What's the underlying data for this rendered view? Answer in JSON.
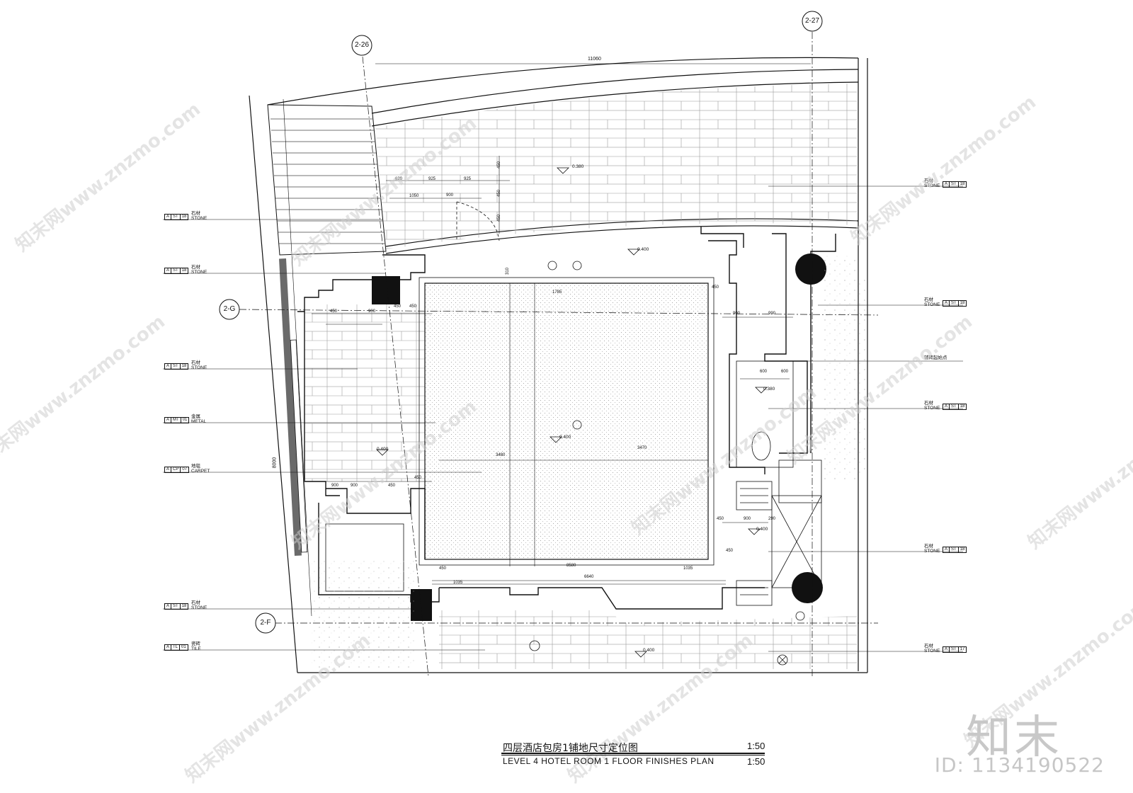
{
  "drawing": {
    "title_cn": "四层酒店包房1铺地尺寸定位图",
    "title_en": "LEVEL 4 HOTEL ROOM 1 FLOOR FINISHES  PLAN",
    "scale": "1:50",
    "scale_en": "1:50"
  },
  "grid_markers": [
    {
      "label": "2-26"
    },
    {
      "label": "2-27"
    },
    {
      "label": "2-G"
    },
    {
      "label": "2-F"
    }
  ],
  "top_dimension": "11060",
  "left_dimension": "8000",
  "dimensions": [
    "620",
    "925",
    "925",
    "1050",
    "900",
    "450",
    "900",
    "450",
    "450",
    "900",
    "450",
    "900",
    "450",
    "450",
    "1035",
    "1035",
    "6640",
    "3480",
    "3470",
    "8580",
    "990",
    "900",
    "600",
    "600",
    "900",
    "290",
    "450",
    "450",
    "450",
    "450",
    "450",
    "450",
    "310",
    "1785"
  ],
  "levels": [
    "0.380",
    "0.400",
    "0.400",
    "0.380",
    "0.400",
    "0.400",
    "0.400"
  ],
  "labels_left": [
    {
      "cn": "石材",
      "en": "STONE",
      "tag": [
        "A",
        "ST",
        "18"
      ]
    },
    {
      "cn": "石材",
      "en": "STONE",
      "tag": [
        "A",
        "ST",
        "18"
      ]
    },
    {
      "cn": "石材",
      "en": "STONE",
      "tag": [
        "A",
        "ST",
        "18"
      ]
    },
    {
      "cn": "金属",
      "en": "METAL",
      "tag": [
        "A",
        "MT",
        "01"
      ]
    },
    {
      "cn": "地毯",
      "en": "CARPET",
      "tag": [
        "A",
        "CP",
        "07"
      ]
    },
    {
      "cn": "石材",
      "en": "STONE",
      "tag": [
        "A",
        "ST",
        "18"
      ]
    },
    {
      "cn": "瓷砖",
      "en": "TILE",
      "tag": [
        "A",
        "TL",
        "01"
      ]
    }
  ],
  "labels_right": [
    {
      "cn": "石材",
      "en": "STONE",
      "tag": [
        "A",
        "ST",
        "18"
      ]
    },
    {
      "cn": "石材",
      "en": "STONE",
      "tag": [
        "A",
        "ST",
        "18"
      ]
    },
    {
      "cn": "铺砖起始点",
      "en": "",
      "tag": []
    },
    {
      "cn": "石材",
      "en": "STONE",
      "tag": [
        "A",
        "ST",
        "18"
      ]
    },
    {
      "cn": "石材",
      "en": "STONE",
      "tag": [
        "A",
        "ST",
        "18"
      ]
    },
    {
      "cn": "石材",
      "en": "STONE",
      "tag": [
        "A",
        "ST",
        "17"
      ]
    }
  ],
  "watermark": {
    "text": "知末网www.znzmo.com",
    "brand": "知末",
    "id": "ID: 1134190522"
  }
}
